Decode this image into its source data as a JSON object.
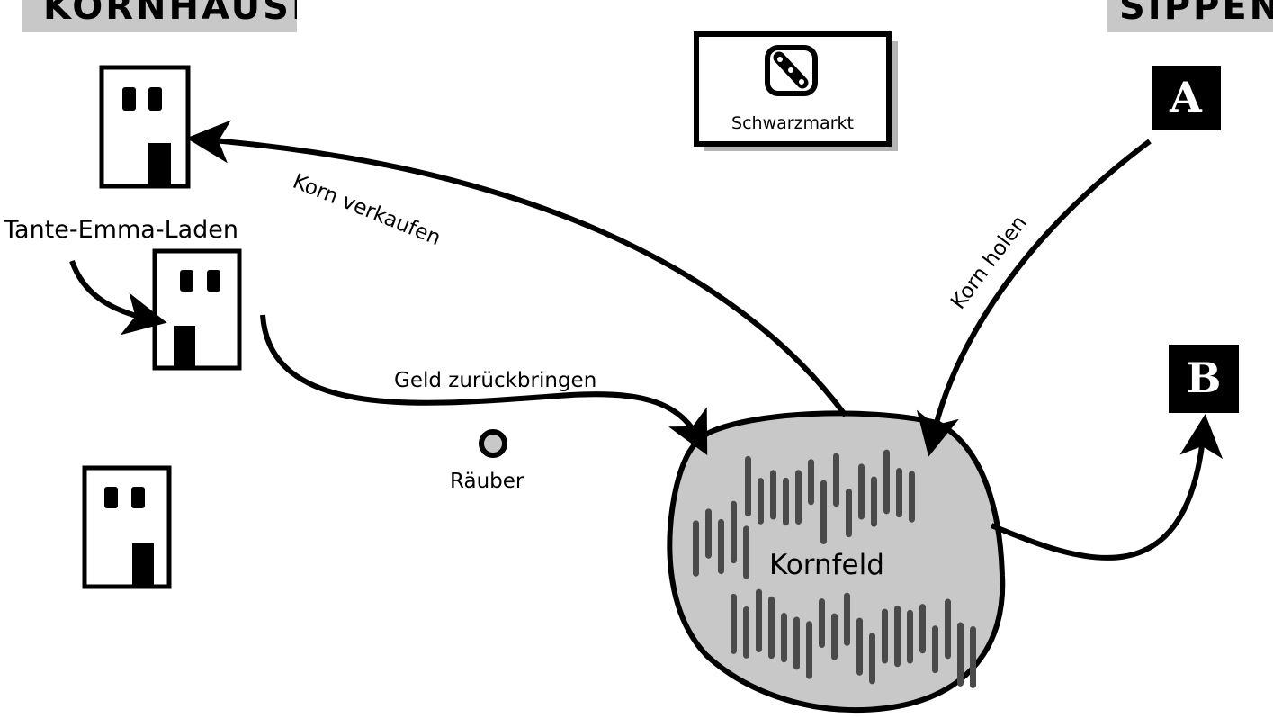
{
  "headers": {
    "left": "KORNHÄUSER",
    "right": "SIPPEN"
  },
  "labels": {
    "schwarzmarkt": "Schwarzmarkt",
    "tante_emma": "Tante-Emma-Laden",
    "korn_verkaufen": "Korn verkaufen",
    "korn_holen": "Korn holen",
    "geld_zurueck": "Geld zurückbringen",
    "raeuber": "Räuber",
    "kornfeld": "Kornfeld"
  },
  "sippen": {
    "a": "A",
    "b": "B"
  },
  "colors": {
    "ink": "#000000",
    "field": "#c8c8c8",
    "stalks": "#4a4a4a",
    "header_bg": "#c8c8c8",
    "shadow": "#b4b4b4"
  }
}
